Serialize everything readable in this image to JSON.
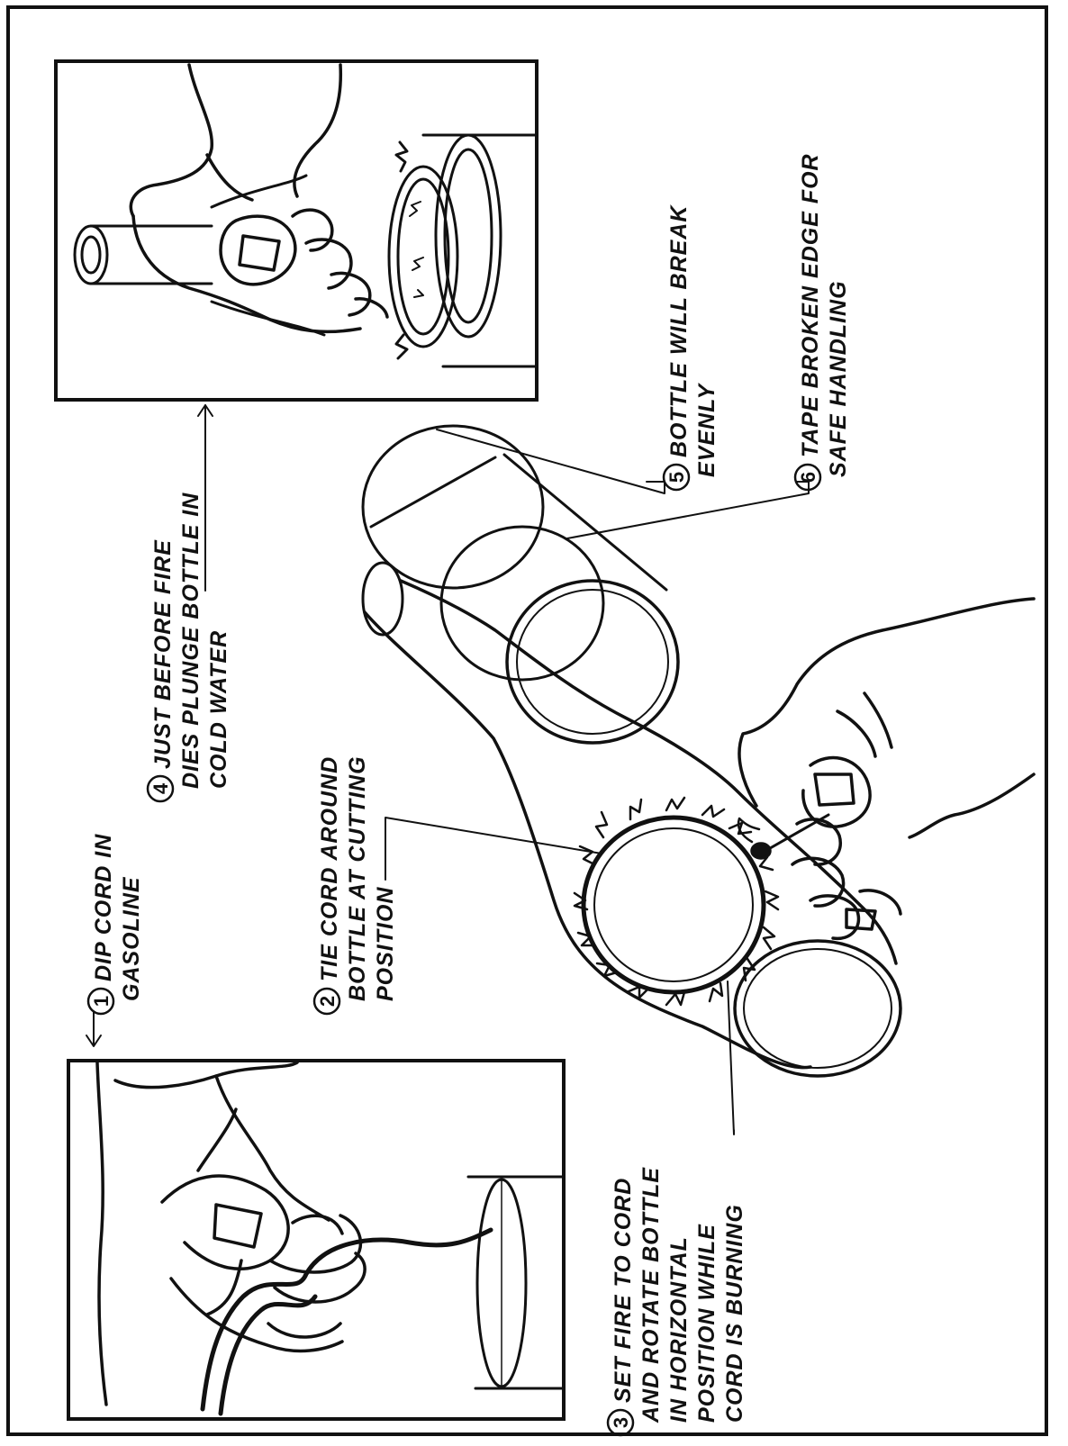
{
  "steps": [
    {
      "number": "1",
      "lines": [
        "DIP CORD IN",
        "GASOLINE"
      ]
    },
    {
      "number": "2",
      "lines": [
        "TIE CORD AROUND",
        "BOTTLE AT CUTTING",
        "POSITION"
      ]
    },
    {
      "number": "3",
      "lines": [
        "SET FIRE TO CORD",
        "AND ROTATE BOTTLE",
        "IN HORIZONTAL",
        "POSITION WHILE",
        "CORD IS BURNING"
      ]
    },
    {
      "number": "4",
      "lines": [
        "JUST BEFORE FIRE",
        "DIES PLUNGE BOTTLE IN",
        "COLD WATER"
      ]
    },
    {
      "number": "5",
      "lines": [
        "BOTTLE WILL BREAK",
        "EVENLY"
      ]
    },
    {
      "number": "6",
      "lines": [
        "TAPE BROKEN EDGE FOR",
        "SAFE HANDLING"
      ]
    }
  ],
  "colors": {
    "ink": "#111111",
    "paper": "#ffffff"
  }
}
